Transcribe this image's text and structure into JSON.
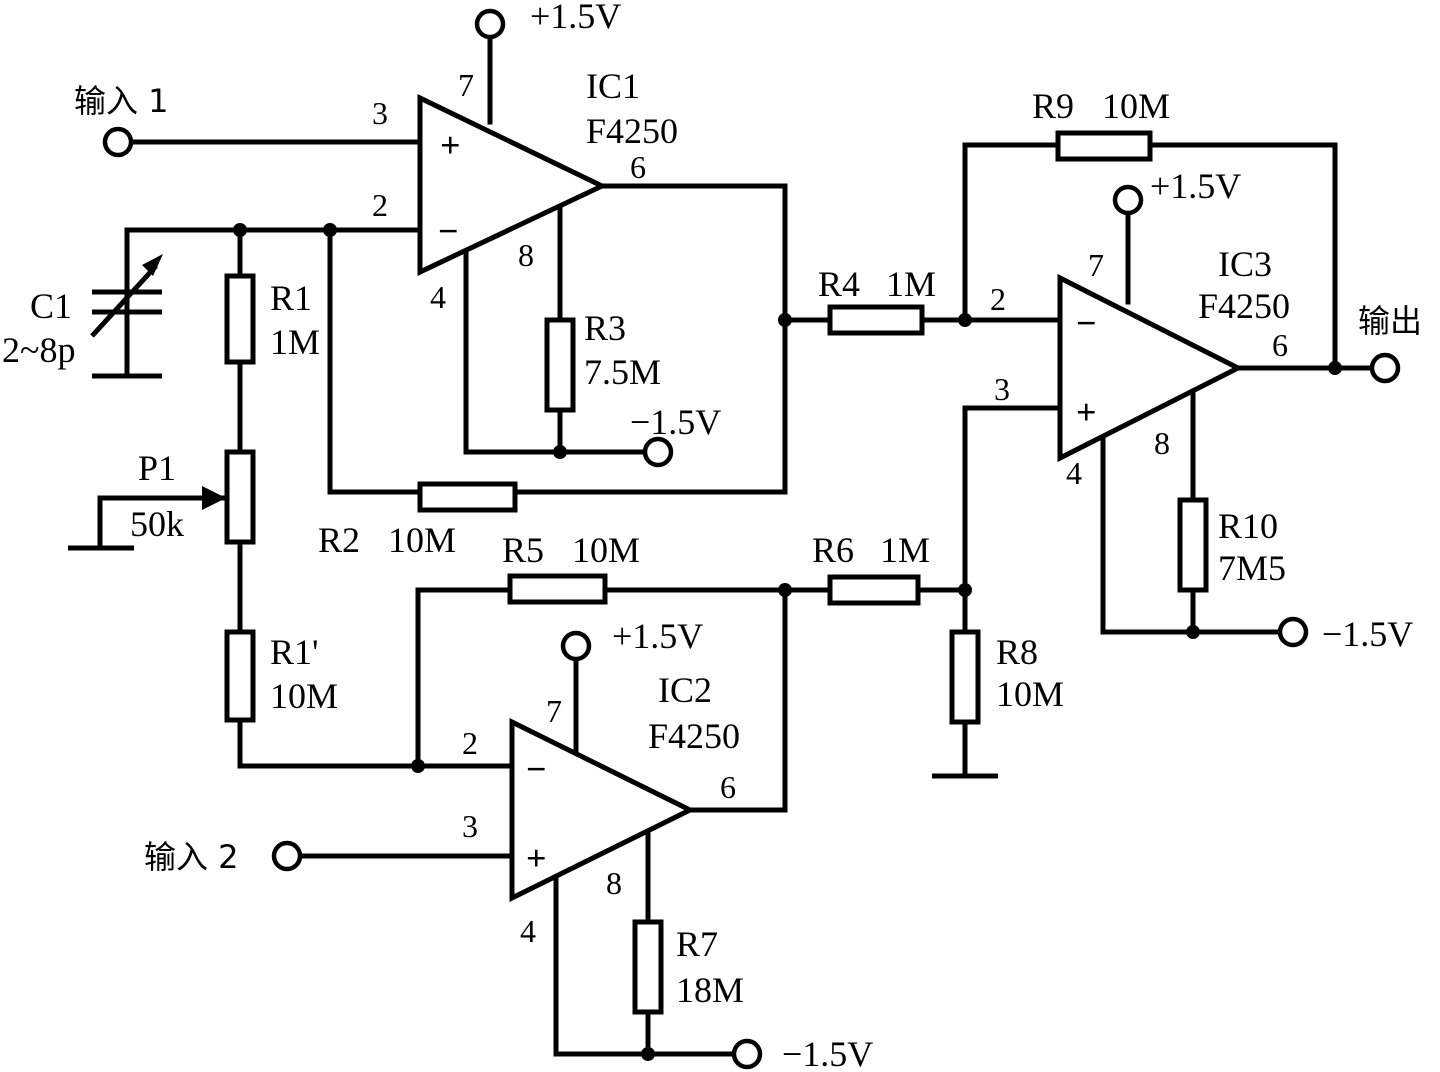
{
  "inputs": {
    "in1": "输入 1",
    "in2": "输入 2",
    "out": "输出"
  },
  "supplies": {
    "ic1_pos": "+1.5V",
    "ic1_neg": "−1.5V",
    "ic2_pos": "+1.5V",
    "ic2_neg": "−1.5V",
    "ic3_pos": "+1.5V",
    "ic3_neg": "−1.5V"
  },
  "ics": {
    "ic1": {
      "name": "IC1",
      "part": "F4250",
      "pin_noninv": "3",
      "pin_inv": "2",
      "pin_vpos": "7",
      "pin_vneg": "4",
      "pin_out": "6",
      "pin_set": "8"
    },
    "ic2": {
      "name": "IC2",
      "part": "F4250",
      "pin_noninv": "3",
      "pin_inv": "2",
      "pin_vpos": "7",
      "pin_vneg": "4",
      "pin_out": "6",
      "pin_set": "8"
    },
    "ic3": {
      "name": "IC3",
      "part": "F4250",
      "pin_noninv": "3",
      "pin_inv": "2",
      "pin_vpos": "7",
      "pin_vneg": "4",
      "pin_out": "6",
      "pin_set": "8"
    }
  },
  "components": {
    "c1": {
      "name": "C1",
      "value": "2~8p"
    },
    "r1": {
      "name": "R1",
      "value": "1M"
    },
    "p1": {
      "name": "P1",
      "value": "50k"
    },
    "r1p": {
      "name": "R1'",
      "value": "10M"
    },
    "r2": {
      "name": "R2",
      "value": "10M"
    },
    "r3": {
      "name": "R3",
      "value": "7.5M"
    },
    "r4": {
      "name": "R4",
      "value": "1M"
    },
    "r5": {
      "name": "R5",
      "value": "10M"
    },
    "r6": {
      "name": "R6",
      "value": "1M"
    },
    "r7": {
      "name": "R7",
      "value": "18M"
    },
    "r8": {
      "name": "R8",
      "value": "10M"
    },
    "r9": {
      "name": "R9",
      "value": "10M"
    },
    "r10": {
      "name": "R10",
      "value": "7M5"
    }
  },
  "signs": {
    "plus": "+",
    "minus": "−"
  }
}
